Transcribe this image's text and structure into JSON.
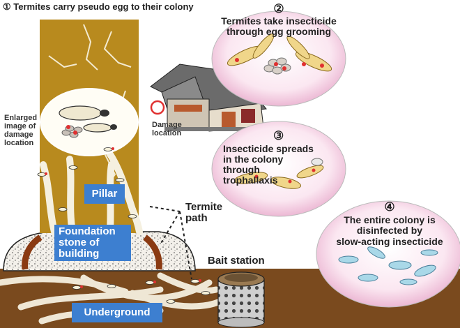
{
  "title": "① Termites carry pseudo egg to their colony",
  "steps": {
    "step2": {
      "number": "②",
      "text_line1": "Termites take insecticide",
      "text_line2": "through egg grooming"
    },
    "step3": {
      "number": "③",
      "text_line1": "Insecticide spreads",
      "text_line2": "in the colony",
      "text_line3": "through",
      "text_line4": "trophallaxis"
    },
    "step4": {
      "number": "④",
      "text_line1": "The entire colony is",
      "text_line2": "disinfected by",
      "text_line3": "slow-acting insecticide"
    }
  },
  "labels": {
    "enlarged_line1": "Enlarged",
    "enlarged_line2": "image of",
    "enlarged_line3": "damage",
    "enlarged_line4": "location",
    "damage_line1": "Damage",
    "damage_line2": "location",
    "pillar": "Pillar",
    "foundation_line1": "Foundation",
    "foundation_line2": "stone of",
    "foundation_line3": "building",
    "termite_path_line1": "Termite",
    "termite_path_line2": "path",
    "bait_station": "Bait station",
    "underground": "Underground"
  },
  "colors": {
    "pillar": "#b88a1e",
    "ground": "#7a4a1e",
    "label_box": "#3d7fd0",
    "bubble": "#f6d6ea",
    "egg_red": "#e03030"
  }
}
